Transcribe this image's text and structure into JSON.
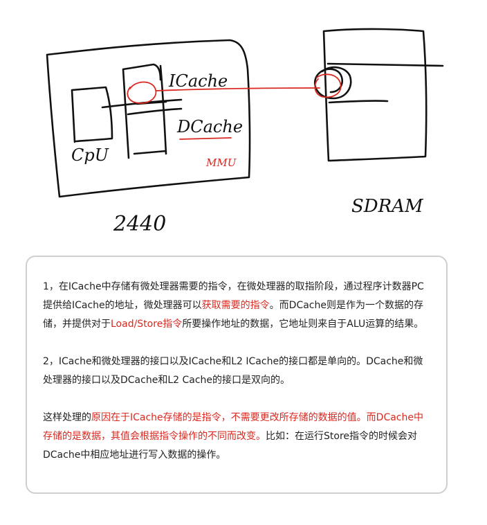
{
  "sketch": {
    "labels": {
      "cpu": "CpU",
      "icache": "ICache",
      "dcache": "DCache",
      "mmu": "MMU",
      "chip": "2440",
      "sdram": "SDRAM"
    }
  },
  "note": {
    "paragraphs": [
      {
        "segments": [
          {
            "text": "1，在ICache中存储有微处理器需要的指令，在微处理器的取指阶段，通过程序计数器PC提供给ICache的地址，微处理器可以",
            "highlight": false
          },
          {
            "text": "获取需要的指令",
            "highlight": true
          },
          {
            "text": "。而DCache则是作为一个数据的存储，并提供对于",
            "highlight": false
          },
          {
            "text": "Load/Store指令",
            "highlight": true
          },
          {
            "text": "所要操作地址的数据，它地址则来自于ALU运算的结果。",
            "highlight": false
          }
        ]
      },
      {
        "segments": [
          {
            "text": "2，ICache和微处理器的接口以及ICache和L2 ICache的接口都是单向的。DCache和微处理器的接口以及DCache和L2 Cache的接口是双向的。",
            "highlight": false
          }
        ]
      },
      {
        "segments": [
          {
            "text": "这样处理的",
            "highlight": false
          },
          {
            "text": "原因在于ICache存储的是指令，不需要更改所存储的数据的值。而DCache中存储的是数据，其值会根据指令操作的不同而改变。",
            "highlight": true
          },
          {
            "text": "比如：在运行Store指令的时候会对DCache中相应地址进行写入数据的操作。",
            "highlight": false
          }
        ]
      }
    ]
  }
}
